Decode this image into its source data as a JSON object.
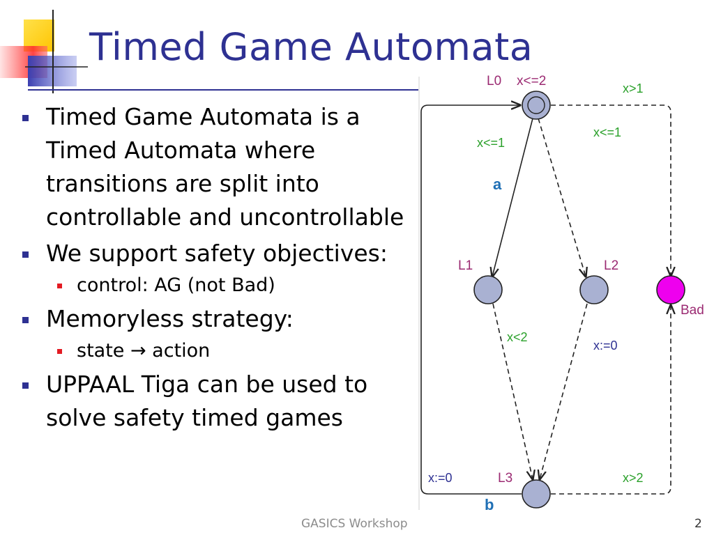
{
  "title": "Timed Game Automata",
  "bullets": [
    {
      "text": "Timed Game Automata is a Timed Automata where transitions are split into controllable and uncontrollable"
    },
    {
      "text": "We support safety objectives:",
      "sub": "control: AG (not Bad)"
    },
    {
      "text": "Memoryless strategy:",
      "sub": "state → action"
    },
    {
      "text": "UPPAAL Tiga can be used to solve safety timed games"
    }
  ],
  "diagram": {
    "locations": {
      "L0": {
        "name": "L0",
        "invariant": "x<=2"
      },
      "L1": {
        "name": "L1"
      },
      "L2": {
        "name": "L2"
      },
      "L3": {
        "name": "L3"
      },
      "Bad": {
        "name": "Bad"
      }
    },
    "edges": {
      "l0_l1": {
        "guard": "x<=1",
        "action": "a",
        "controllable": true
      },
      "l0_l2": {
        "guard": "x<=1",
        "controllable": false
      },
      "l0_bad": {
        "guard": "x>1",
        "controllable": false
      },
      "l1_l3": {
        "guard": "x<2",
        "controllable": false
      },
      "l2_l3": {
        "reset": "x:=0",
        "controllable": false
      },
      "l3_bad": {
        "guard": "x>2",
        "controllable": false
      },
      "l3_l0": {
        "reset": "x:=0",
        "action": "b",
        "controllable": true
      }
    },
    "colors": {
      "node": "#a9b1d2",
      "bad_node": "#ee00ee",
      "location_label": "#9b2a72",
      "guard_label": "#2aa02a",
      "reset_label": "#2e3192",
      "action_label": "#1f6fb5"
    }
  },
  "footer": {
    "text": "GASICS Workshop",
    "page": "2"
  },
  "colors": {
    "title": "#2e3192",
    "bullet": "#2e3192",
    "sub_bullet": "#e31b23"
  }
}
